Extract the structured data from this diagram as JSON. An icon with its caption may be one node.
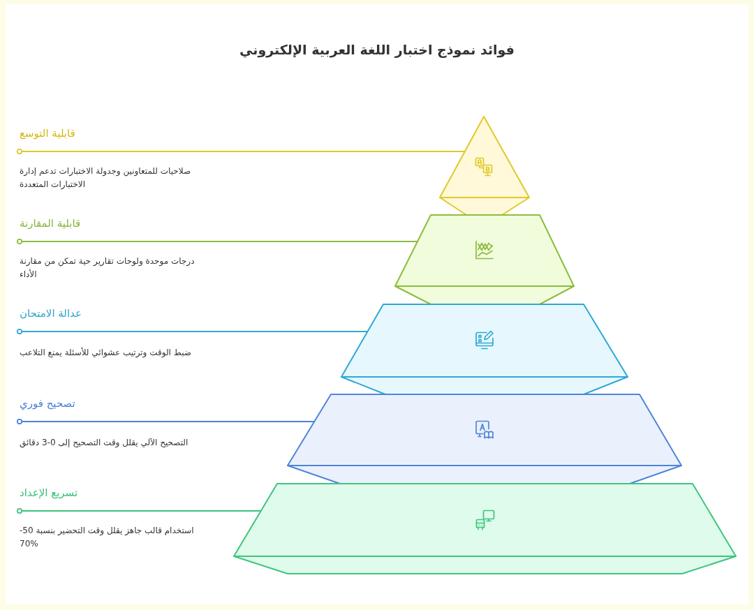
{
  "diagram": {
    "title": "فوائد نموذج اختبار اللغة العربية الإلكتروني",
    "nodes": [
      {
        "text": [
          "قابلية التوسع",
          "صلاحيات للمتعاونين وجدولة الاختبارات تدعم إدارة الاختبارات المتعددة"
        ]
      },
      {
        "text": [],
        "shape": "triangle"
      },
      {
        "text": [
          "قابلية المقارنة",
          "درجات موحدة ولوحات تقارير حية تمكن من مقارنة الأداء"
        ]
      },
      {
        "text": [],
        "shape": "trapezoid"
      },
      {
        "text": [
          "عدالة الامتحان",
          "ضبط الوقت وترتيب عشوائي للأسئلة يمنع التلاعب"
        ]
      },
      {
        "text": [],
        "shape": "trapezoid"
      },
      {
        "text": [
          "تصحيح فوري",
          "التصحيح الآلي يقلل وقت التصحيح إلى 0-3 دقائق"
        ]
      },
      {
        "text": [],
        "shape": "trapezoid"
      },
      {
        "text": [
          "تسريع الإعداد",
          "استخدام قالب جاهز يقلل وقت التحضير بنسبة 50-70%"
        ]
      },
      {
        "text": [],
        "shape": "trapezoid"
      }
    ],
    "edges": [
      {
        "from": 0,
        "to": 1,
        "arrow": "other",
        "color": "#dfc82c"
      },
      {
        "from": 2,
        "to": 3,
        "arrow": "other",
        "color": "#8dbb42"
      },
      {
        "from": 4,
        "to": 5,
        "arrow": "other",
        "color": "#33a8d3"
      },
      {
        "from": 6,
        "to": 7,
        "arrow": "other",
        "color": "#4a82d8"
      },
      {
        "from": 8,
        "to": 9,
        "arrow": "other",
        "color": "#3ec27c"
      }
    ]
  }
}
